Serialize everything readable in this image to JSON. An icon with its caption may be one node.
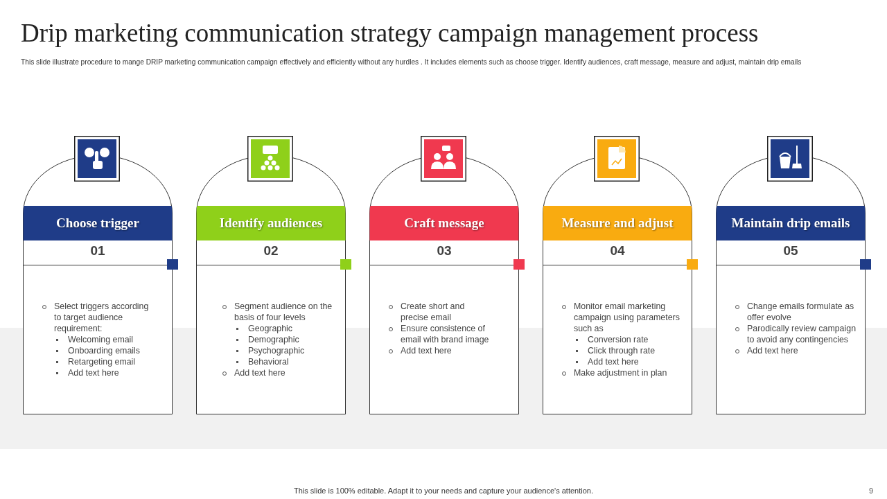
{
  "diagram": {
    "title": "Drip marketing communication strategy campaign management process",
    "caption": "This slide illustrate procedure to mange DRIP marketing communication campaign effectively and efficiently without any hurdles . It includes elements such as choose trigger. Identify audiences, craft message, measure and adjust, maintain drip emails",
    "nodes": [
      {
        "text": [
          "Choose trigger",
          "01",
          "Select triggers according to target audience requirement:",
          "Welcoming email",
          "Onboarding emails",
          "Retargeting email",
          "Add text here"
        ]
      },
      {
        "text": [
          "Identify audiences",
          "02",
          "Segment audience on the basis of four levels",
          "Geographic",
          "Demographic",
          "Psychographic",
          "Behavioral",
          "Add text here"
        ]
      },
      {
        "text": [
          "Craft message",
          "03",
          "Create short and precise email",
          "Ensure consistence of email with brand image",
          "Add text here"
        ]
      },
      {
        "text": [
          "Measure and adjust",
          "04",
          "Monitor email marketing campaign using parameters such as",
          "Conversion rate",
          "Click through rate",
          "Add text here",
          "Make adjustment in plan"
        ]
      },
      {
        "text": [
          "Maintain drip emails",
          "05",
          "Change emails formulate as offer evolve",
          "Parodically review campaign to avoid any contingencies",
          "Add text here"
        ]
      }
    ],
    "labels": [
      "This slide is 100% editable. Adapt it to your needs and capture your audience's attention.",
      "9"
    ]
  }
}
